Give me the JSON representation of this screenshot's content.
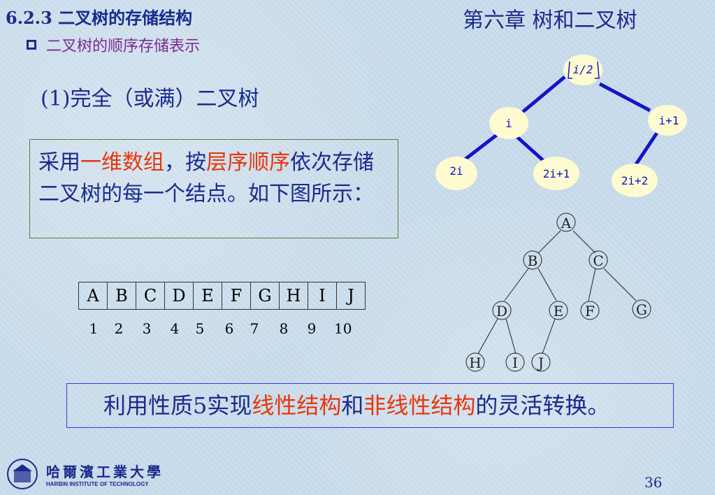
{
  "header": {
    "section": "6.2.3 二叉树的存储结构",
    "chapter": "第六章 树和二叉树"
  },
  "bullet": "二叉树的顺序存储表示",
  "subheading": "(1)完全（或满）二叉树",
  "description": {
    "part1": "采用",
    "highlight1": "一维数组",
    "part2": "，按",
    "highlight2": "层序顺序",
    "part3": "依次存储二叉树的每一个结点。如下图所示："
  },
  "array": {
    "cells": [
      "A",
      "B",
      "C",
      "D",
      "E",
      "F",
      "G",
      "H",
      "I",
      "J"
    ],
    "indices": [
      "1",
      "2",
      "3",
      "4",
      "5",
      "6",
      "7",
      "8",
      "9",
      "10"
    ]
  },
  "index_tree": {
    "root": "i/2",
    "left": "i",
    "right": "i+1",
    "ll": "2i",
    "lr": "2i+1",
    "rl": "2i+2"
  },
  "letter_tree": [
    "A",
    "B",
    "C",
    "D",
    "E",
    "F",
    "G",
    "H",
    "I",
    "J"
  ],
  "bottom": {
    "part1": "利用性质5实现",
    "highlight1": "线性结构",
    "part2": "和",
    "highlight2": "非线性结构",
    "part3": "的灵活转换。"
  },
  "logo": {
    "cn": "哈爾濱工業大學",
    "en": "HARBIN INSTITUTE OF TECHNOLOGY"
  },
  "page_number": "36",
  "colors": {
    "title": "#1a2a8c",
    "highlight": "#e8360c",
    "bullet_text": "#7b2b8f",
    "node_fill": "#fffbd0"
  }
}
